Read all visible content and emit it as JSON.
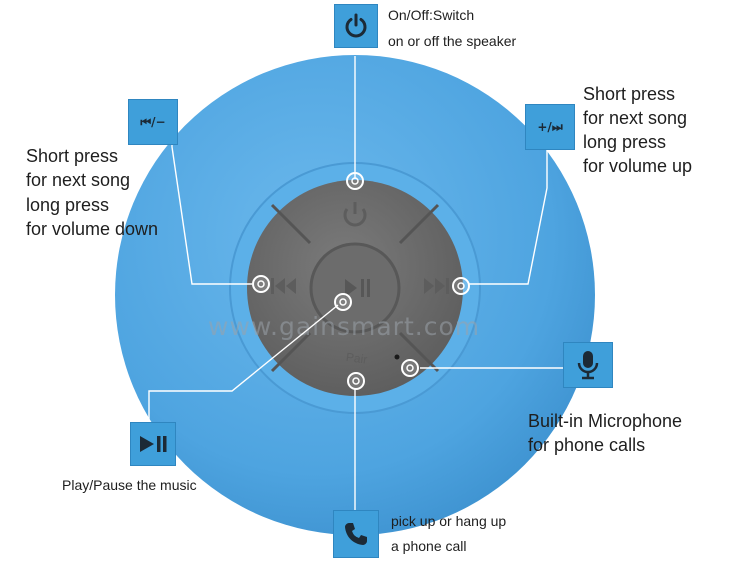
{
  "watermark": "www.gainsmart.com",
  "speaker_embossed_text": "Pair",
  "icon_color": "#3f9fda",
  "body_color": "#4ea7e2",
  "panel_color": "#6e6e6e",
  "callouts": {
    "power": {
      "icon": "power-icon",
      "line1": "On/Off:Switch",
      "line2": "on or off the speaker"
    },
    "prev": {
      "icon": "previous-volume-down-icon",
      "icon_label": "⏮/−",
      "lines": [
        "Short press",
        "for next song",
        "long press",
        "for volume down"
      ]
    },
    "next": {
      "icon": "volume-up-next-icon",
      "icon_label": "+/⏭",
      "lines": [
        "Short press",
        "for next song",
        "long press",
        "for volume up"
      ]
    },
    "play": {
      "icon": "play-pause-icon",
      "label": "Play/Pause the music"
    },
    "mic": {
      "icon": "microphone-icon",
      "line1": "Built-in Microphone",
      "line2": "for phone calls"
    },
    "phone": {
      "icon": "phone-icon",
      "line1": "pick up or hang up",
      "line2": "a phone call"
    }
  }
}
